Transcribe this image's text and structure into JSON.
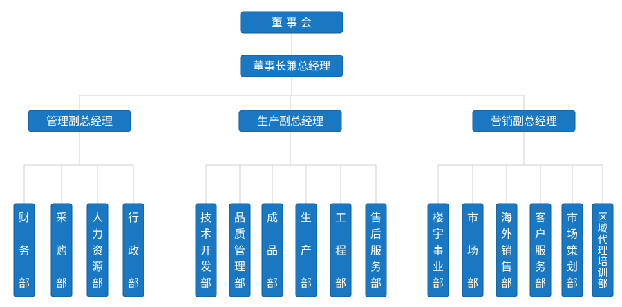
{
  "colors": {
    "box": "#1a78c2",
    "box_border": "#0f5c9c",
    "line": "#cfcfcf"
  },
  "root": {
    "label": "董 事 会"
  },
  "chairman": {
    "label": "董事长兼总经理"
  },
  "vps": [
    {
      "label": "管理副总经理",
      "departments": [
        "财务部",
        "采购部",
        "人力资源部",
        "行政部"
      ]
    },
    {
      "label": "生产副总经理",
      "departments": [
        "技术开发部",
        "品质管理部",
        "成品部",
        "生产部",
        "工程部",
        "售后服务部"
      ]
    },
    {
      "label": "营销副总经理",
      "departments": [
        "楼宇事业部",
        "市场部",
        "海外销售部",
        "客户服务部",
        "市场策划部",
        "区域代理培训部"
      ]
    }
  ]
}
